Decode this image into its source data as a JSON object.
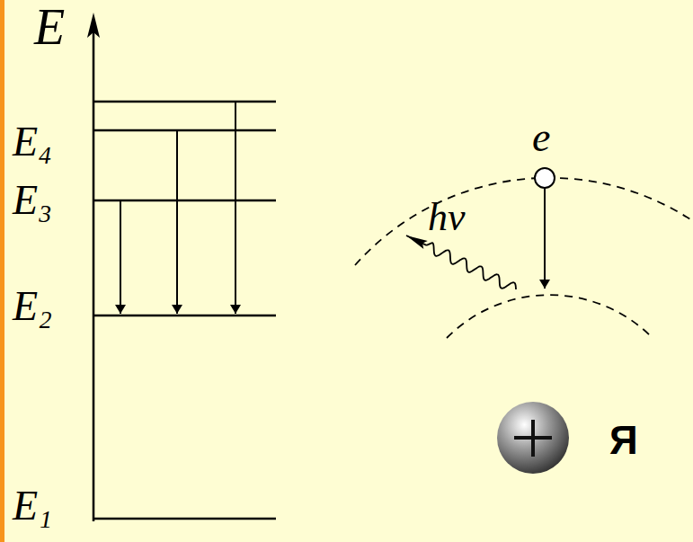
{
  "diagram": {
    "labels": [
      "E",
      "E₄",
      "E₃",
      "E₂",
      "E₁",
      "e",
      "hν",
      "Я"
    ]
  }
}
